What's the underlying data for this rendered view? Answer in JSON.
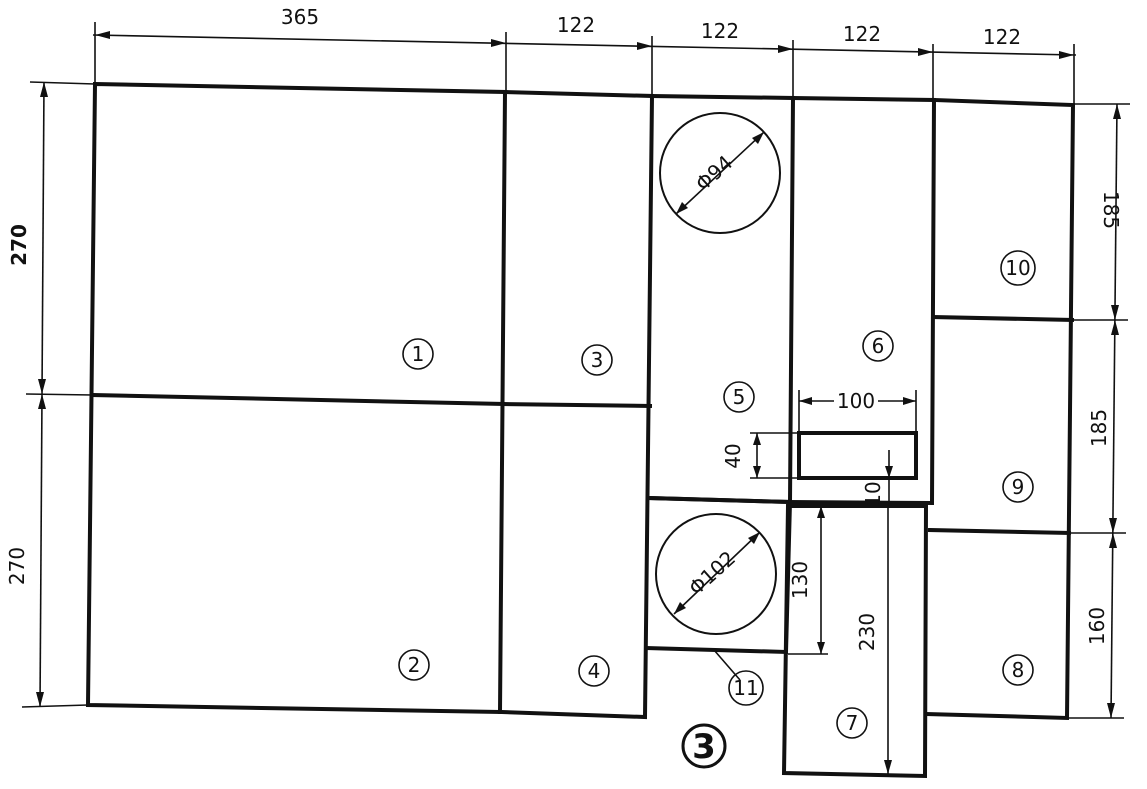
{
  "figure_label": "3",
  "dimensions": {
    "top": [
      "365",
      "122",
      "122",
      "122",
      "122"
    ],
    "left_upper": "270",
    "left_lower": "270",
    "right": [
      "185",
      "185",
      "160"
    ],
    "hole_top_diameter": "Φ94",
    "hole_bottom_diameter": "Φ102",
    "slot_width": "100",
    "slot_height": "40",
    "slot_gap": "10",
    "part7_inner": "130",
    "part7_height": "230"
  },
  "parts": [
    {
      "id": "1"
    },
    {
      "id": "2"
    },
    {
      "id": "3"
    },
    {
      "id": "4"
    },
    {
      "id": "5"
    },
    {
      "id": "6"
    },
    {
      "id": "7"
    },
    {
      "id": "8"
    },
    {
      "id": "9"
    },
    {
      "id": "10"
    },
    {
      "id": "11"
    }
  ]
}
